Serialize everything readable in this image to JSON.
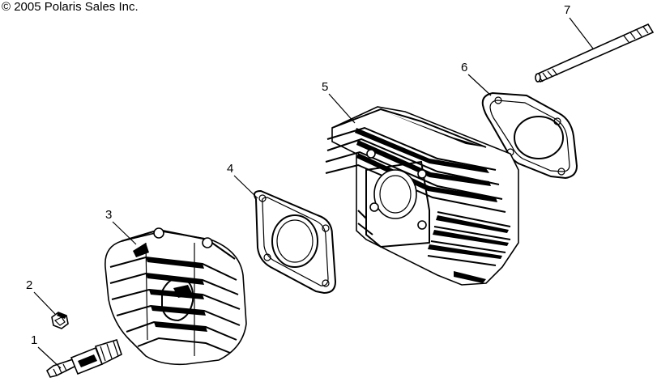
{
  "copyright": "© 2005 Polaris Sales Inc.",
  "callouts": [
    {
      "number": "1",
      "part": "spark-plug"
    },
    {
      "number": "2",
      "part": "nut"
    },
    {
      "number": "3",
      "part": "cylinder-head"
    },
    {
      "number": "4",
      "part": "head-gasket"
    },
    {
      "number": "5",
      "part": "cylinder"
    },
    {
      "number": "6",
      "part": "base-gasket"
    },
    {
      "number": "7",
      "part": "stud"
    }
  ]
}
